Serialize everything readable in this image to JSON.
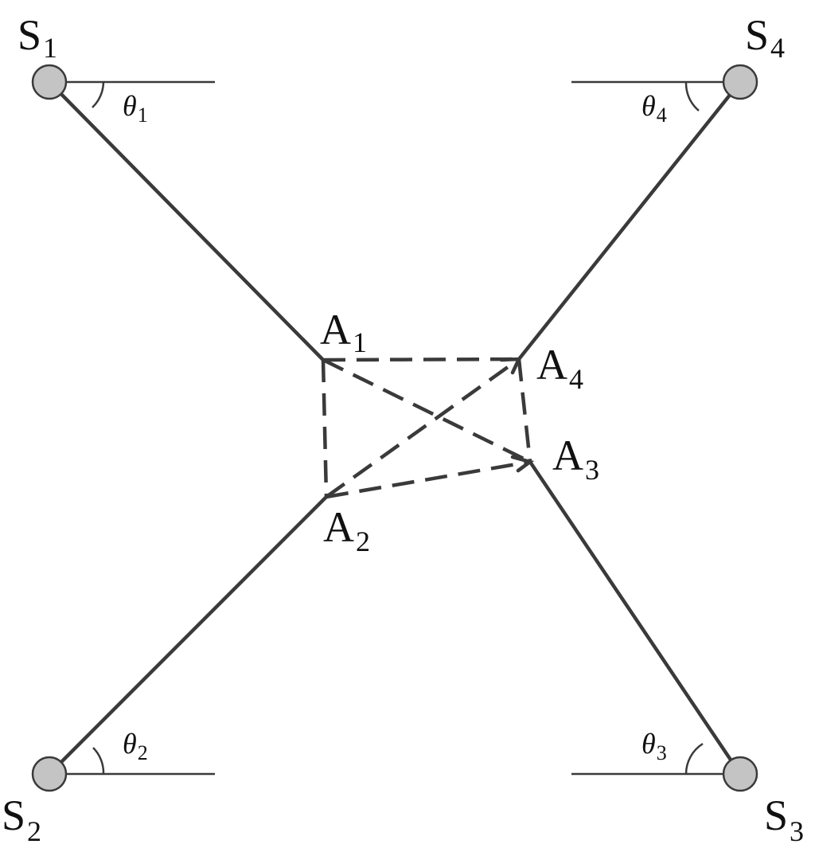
{
  "colors": {
    "line": "#3a3a3a",
    "node_fill": "#c4c4c4",
    "node_stroke": "#3a3a3a"
  },
  "nodes": {
    "s1": {
      "letter": "S",
      "sub": "1"
    },
    "s2": {
      "letter": "S",
      "sub": "2"
    },
    "s3": {
      "letter": "S",
      "sub": "3"
    },
    "s4": {
      "letter": "S",
      "sub": "4"
    },
    "a1": {
      "letter": "A",
      "sub": "1"
    },
    "a2": {
      "letter": "A",
      "sub": "2"
    },
    "a3": {
      "letter": "A",
      "sub": "3"
    },
    "a4": {
      "letter": "A",
      "sub": "4"
    }
  },
  "angles": {
    "t1": {
      "symbol": "θ",
      "sub": "1"
    },
    "t2": {
      "symbol": "θ",
      "sub": "2"
    },
    "t3": {
      "symbol": "θ",
      "sub": "3"
    },
    "t4": {
      "symbol": "θ",
      "sub": "4"
    }
  }
}
